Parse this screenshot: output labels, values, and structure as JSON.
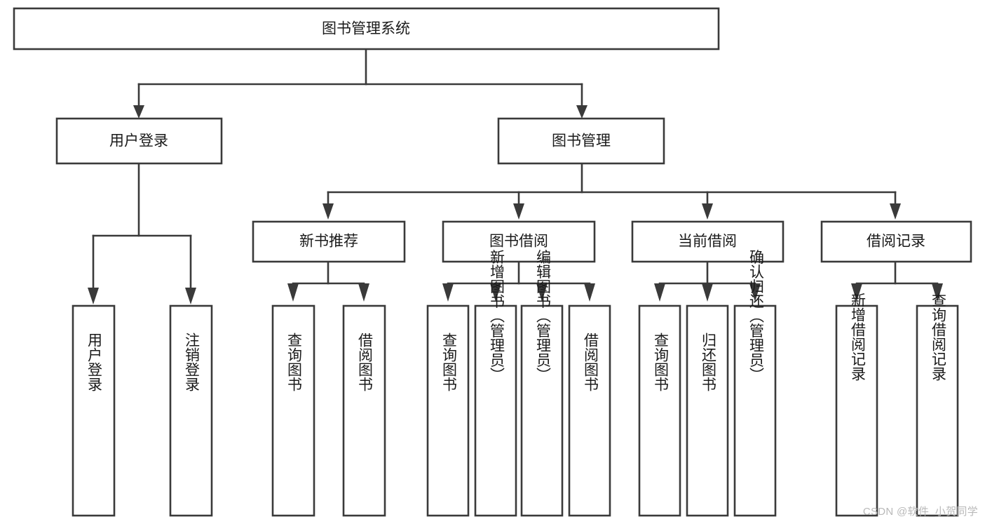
{
  "diagram": {
    "type": "tree-hierarchy-diagram",
    "title": "图书管理系统",
    "watermark": "CSDN @软件_小贺同学",
    "colors": {
      "stroke": "#3a3a3a",
      "fill": "#ffffff",
      "text": "#1a1a1a",
      "watermark": "#b9b9b9",
      "background": "#ffffff"
    },
    "levels": {
      "root": {
        "label": "图书管理系统"
      },
      "level2": [
        {
          "id": "user-login",
          "label": "用户登录"
        },
        {
          "id": "book-management",
          "label": "图书管理"
        }
      ],
      "level3": [
        {
          "id": "new-book-recommend",
          "label": "新书推荐",
          "parent": "book-management"
        },
        {
          "id": "book-borrow",
          "label": "图书借阅",
          "parent": "book-management"
        },
        {
          "id": "current-borrow",
          "label": "当前借阅",
          "parent": "book-management"
        },
        {
          "id": "borrow-record",
          "label": "借阅记录",
          "parent": "book-management"
        }
      ],
      "leaves": {
        "user-login": [
          {
            "id": "leaf-user-login",
            "label": "用户登录"
          },
          {
            "id": "leaf-logout",
            "label": "注销登录"
          }
        ],
        "new-book-recommend": [
          {
            "id": "leaf-query-book-1",
            "label": "查询图书"
          },
          {
            "id": "leaf-borrow-book-1",
            "label": "借阅图书"
          }
        ],
        "book-borrow": [
          {
            "id": "leaf-query-book-2",
            "label": "查询图书"
          },
          {
            "id": "leaf-add-book",
            "label": "新增图书（管理员）"
          },
          {
            "id": "leaf-edit-book",
            "label": "编辑图书（管理员）"
          },
          {
            "id": "leaf-borrow-book-2",
            "label": "借阅图书"
          }
        ],
        "current-borrow": [
          {
            "id": "leaf-query-book-3",
            "label": "查询图书"
          },
          {
            "id": "leaf-return-book",
            "label": "归还图书"
          },
          {
            "id": "leaf-confirm-return",
            "label": "确认归还（管理员）"
          }
        ],
        "borrow-record": [
          {
            "id": "leaf-add-record",
            "label": "新增借阅记录"
          },
          {
            "id": "leaf-query-record",
            "label": "查询借阅记录"
          }
        ]
      }
    }
  }
}
